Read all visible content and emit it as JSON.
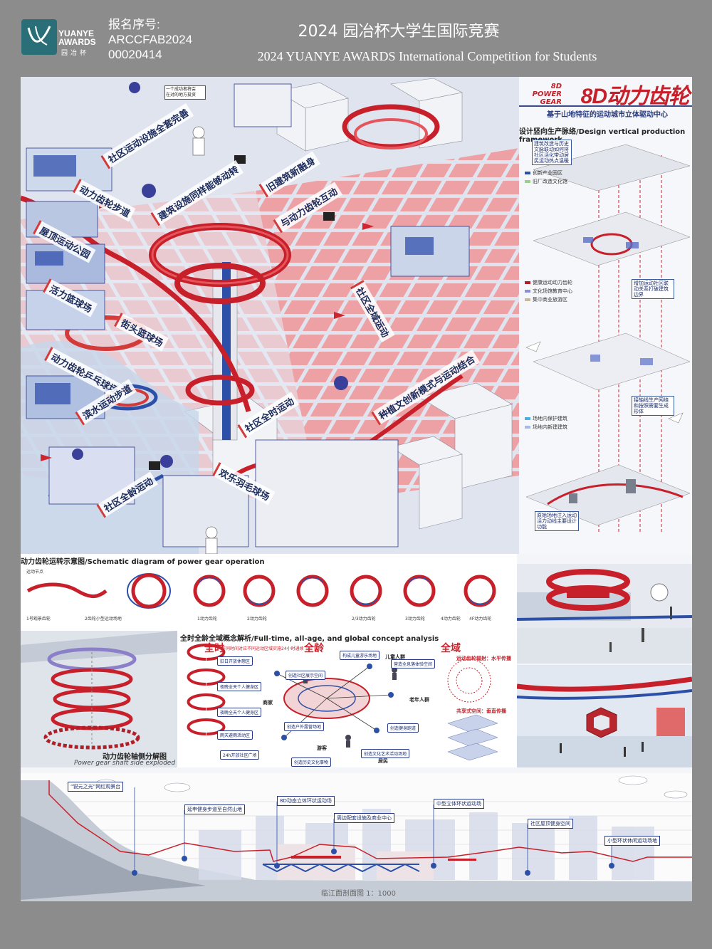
{
  "header": {
    "logo_en_1": "YUANYE",
    "logo_en_2": "AWARDS",
    "logo_cn": "园冶杯",
    "reg_label": "报名序号:",
    "reg_no_1": "ARCCFAB2024",
    "reg_no_2": "00020414",
    "title_cn": "2024 园冶杯大学生国际竞赛",
    "title_en": "2024 YUANYE AWARDS International Competition for  Students"
  },
  "brand": {
    "small_1": "8D",
    "small_2": "POWER GEAR",
    "main": "8D动力齿轮",
    "subtitle": "基于山地特征的运动城市立体驱动中心"
  },
  "iso_labels": [
    "社区运动设施全套完善",
    "动力齿轮步道",
    "建筑设施同样能够动转",
    "旧建筑新融身",
    "与动力齿轮互动",
    "屋顶运动公园",
    "活力篮球场",
    "街头篮球场",
    "社区全域运动",
    "动力齿轮乒乓球场",
    "滨水运动步道",
    "种植文创新模式与运动结合",
    "社区全时运动",
    "欢乐羽毛球场",
    "社区全龄运动"
  ],
  "iso_callout": "一个成功者将会\n在对的地方投资",
  "framework": {
    "title": "设计竖向生产脉络/Design vertical production framework",
    "callout_1": "建筑改造与历史文脉联动如何将社区活化带动居民运动热点温暖",
    "legend_top_1": "创新产业园区",
    "legend_top_2": "旧厂改造文化馆",
    "legend_mid_1": "健康运动动力齿轮",
    "legend_mid_2": "文化场馆教育中心",
    "legend_mid_3": "集中商业旅游区",
    "callout_2": "增加运动社区联动关系打破建筑边界",
    "legend_low_1": "场地内保护建筑",
    "legend_low_2": "场地内新建建筑",
    "callout_3": "接轴线生产网络和按照需要生成形体",
    "callout_4": "原始场地注入运动活力动线主要设计功能"
  },
  "gear_strip": {
    "title": "动力齿轮运转示意图/Schematic diagram of power gear operation",
    "labels": [
      "运动节点",
      "1号观景齿轮",
      "2齿轮小型运动场地",
      "1动力齿轮",
      "2动力齿轮",
      "2/3动力齿轮",
      "3动力齿轮",
      "4动力齿轮",
      "4F动力齿轮"
    ]
  },
  "exploded": {
    "caption": "动力齿轮轴侧分解图",
    "caption_en": "Power gear shaft side exploded view"
  },
  "concept": {
    "title": "全时全龄全域概念解析/Full-time, all-age, and global concept analysis",
    "big_1": "全时",
    "big_2": "全龄",
    "big_3": "全域",
    "note_1": "不同时间对应不同运动区域实施24小时通续",
    "box_1": "旧日开放休憩区",
    "box_2": "夜晚全天个人健身区",
    "box_3": "夜晚全天个人健身区",
    "box_4": "雨天避雨活动区",
    "box_5": "24h开放社区广场",
    "box_6": "构成儿童游乐场地",
    "box_7": "营造全息落体验空间",
    "box_8": "创造社区展示空间",
    "box_9": "创造户外露营场地",
    "box_10": "创造健身跑道",
    "box_11": "创造文化艺术活动场地",
    "box_12": "创造历史文化事物",
    "people_1": "儿童人群",
    "people_2": "老年人群",
    "people_3": "商家",
    "people_4": "游客",
    "people_5": "居民",
    "radiate": "运动齿轮辐射：水平传播",
    "vertical": "共享式空间：垂直传播"
  },
  "section": {
    "caption": "临江面剖面图  1：1000",
    "labels": [
      "“锐元之光”网红观景台",
      "延申健身步道至自然山地",
      "8D动态立体环状运动场",
      "周边配套设施及商业中心",
      "中型立体环状运动场",
      "社区屋顶健身空间",
      "小型环状休闲运动场地"
    ]
  },
  "colors": {
    "red": "#d0252e",
    "navy": "#2a3a8a",
    "pink": "#ee8a8e",
    "iso_bg": "#dfe4ef"
  }
}
